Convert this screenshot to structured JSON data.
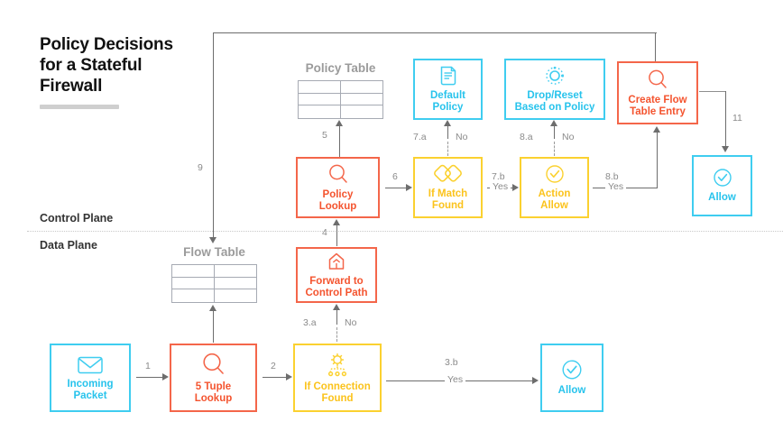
{
  "title": {
    "line1": "Policy Decisions",
    "line2": "for a Stateful",
    "line3": "Firewall",
    "full": "Policy Decisions for a Stateful Firewall"
  },
  "planes": {
    "control": "Control Plane",
    "data": "Data Plane"
  },
  "tables": [
    {
      "key": "policy_table",
      "title": "Policy Table",
      "rows": 3,
      "cols": 2
    },
    {
      "key": "flow_table",
      "title": "Flow Table",
      "rows": 3,
      "cols": 2
    }
  ],
  "nodes": {
    "incoming_packet": {
      "label": "Incoming\nPacket",
      "color": "cyan",
      "hex": "#27c3ec",
      "icon": "envelope-icon"
    },
    "five_tuple_lookup": {
      "label": "5 Tuple\nLookup",
      "color": "red",
      "hex": "#f4542f",
      "icon": "magnifier-icon"
    },
    "if_connection_found": {
      "label": "If Connection\nFound",
      "color": "yellow",
      "hex": "#fbc31c",
      "icon": "gear-network-icon"
    },
    "allow_data": {
      "label": "Allow",
      "color": "cyan",
      "hex": "#27c3ec",
      "icon": "check-circle-icon"
    },
    "forward_control_path": {
      "label": "Forward to\nControl Path",
      "color": "red",
      "hex": "#f4542f",
      "icon": "share-fork-icon"
    },
    "policy_lookup": {
      "label": "Policy\nLookup",
      "color": "red",
      "hex": "#f4542f",
      "icon": "magnifier-icon"
    },
    "if_match_found": {
      "label": "If Match\nFound",
      "color": "yellow",
      "hex": "#fbc31c",
      "icon": "overlapping-diamonds-icon"
    },
    "action_allow": {
      "label": "Action\nAllow",
      "color": "yellow",
      "hex": "#fbc31c",
      "icon": "check-circle-icon"
    },
    "default_policy": {
      "label": "Default\nPolicy",
      "color": "cyan",
      "hex": "#27c3ec",
      "icon": "document-scroll-icon"
    },
    "drop_reset": {
      "label": "Drop/Reset\nBased on Policy",
      "color": "cyan",
      "hex": "#27c3ec",
      "icon": "reset-circle-icon"
    },
    "create_flow_entry": {
      "label": "Create Flow\nTable Entry",
      "color": "red",
      "hex": "#f4542f",
      "icon": "magnifier-icon"
    },
    "allow_control": {
      "label": "Allow",
      "color": "cyan",
      "hex": "#27c3ec",
      "icon": "check-circle-icon"
    }
  },
  "edges": {
    "e1": {
      "number": "1"
    },
    "e2": {
      "number": "2"
    },
    "e3a": {
      "number": "3.a",
      "answer": "No"
    },
    "e3b": {
      "number": "3.b",
      "answer": "Yes"
    },
    "e4": {
      "number": "4"
    },
    "e5": {
      "number": "5"
    },
    "e6": {
      "number": "6"
    },
    "e7a": {
      "number": "7.a",
      "answer": "No"
    },
    "e7b": {
      "number": "7.b",
      "answer": "Yes"
    },
    "e8a": {
      "number": "8.a",
      "answer": "No"
    },
    "e8b": {
      "number": "8.b",
      "answer": "Yes"
    },
    "e9": {
      "number": "9"
    },
    "e11": {
      "number": "11"
    }
  },
  "colors": {
    "cyan": "#3fcdf0",
    "red": "#f4664a",
    "yellow": "#fbd130",
    "connector": "#6d6d6d",
    "table_border": "#a6aab3",
    "muted_text": "#9b9b9b"
  }
}
